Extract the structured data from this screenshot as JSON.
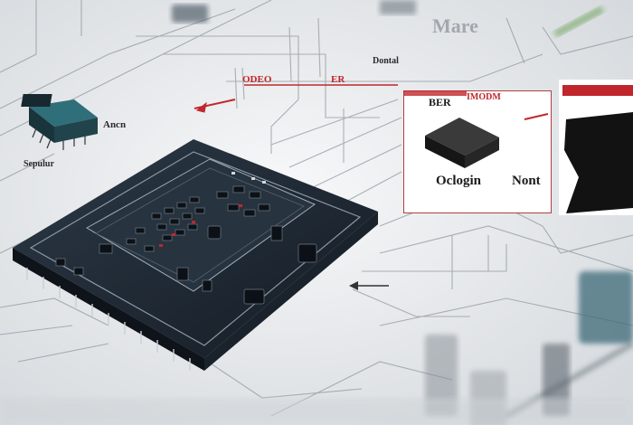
{
  "labels": {
    "top_right_faint": "Mare",
    "red_top_left": "ODEO",
    "red_top_mid": "ER",
    "top_label": "Dontal",
    "left_chip_label": "Ancn",
    "left_bottom_label": "Sepulur",
    "inset_header_left": "BER",
    "inset_header_right": "IMODM",
    "inset_caption_left": "Oclogin",
    "inset_caption_right": "Nont"
  },
  "colors": {
    "background": "#e9ecee",
    "board": "#1f2a36",
    "trace": "#7f8a94",
    "accent_red": "#c0262b",
    "chip_teal": "#2f6f7a"
  }
}
